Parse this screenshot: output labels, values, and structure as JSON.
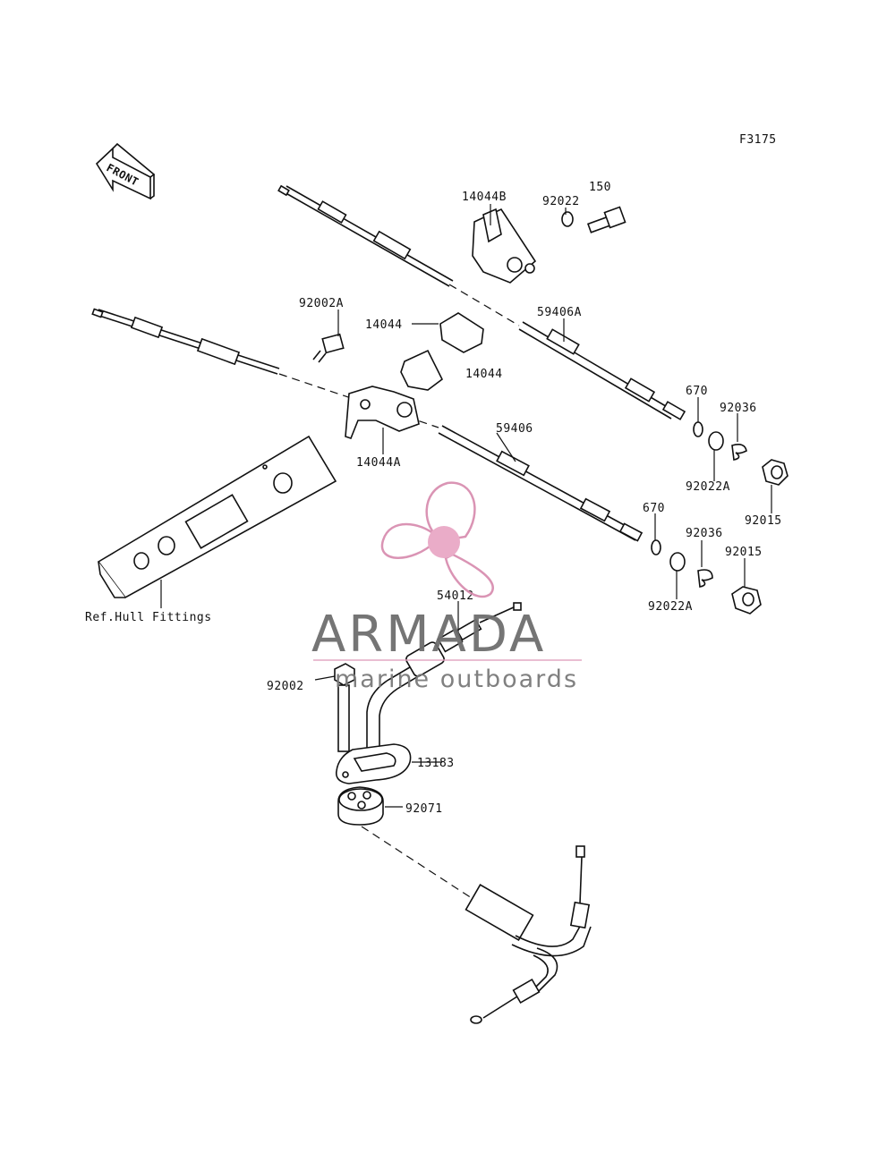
{
  "figure_code": "F3175",
  "front_arrow_label": "FRONT",
  "watermark": {
    "brand": "ARMADA",
    "tagline": "marine outboards",
    "logo_color": "#d98fb1"
  },
  "callouts": {
    "p14044B": "14044B",
    "p92022": "92022",
    "p150": "150",
    "p92002A": "92002A",
    "p14044_top": "14044",
    "p14044_bottom": "14044",
    "p59406A": "59406A",
    "p670_top": "670",
    "p92036_top": "92036",
    "p14044A": "14044A",
    "p59406": "59406",
    "p92022A_top": "92022A",
    "p92015_top": "92015",
    "p670_bottom": "670",
    "p92036_bottom": "92036",
    "p92015_bottom": "92015",
    "p92022A_bottom": "92022A",
    "p54012": "54012",
    "ref_hull": "Ref.Hull Fittings",
    "p92002": "92002",
    "p13183": "13183",
    "p92071": "92071"
  }
}
